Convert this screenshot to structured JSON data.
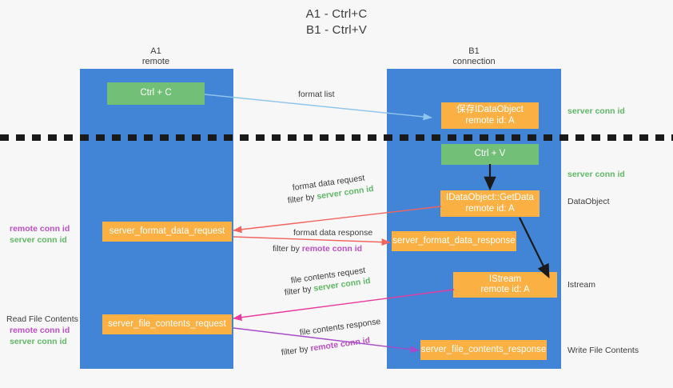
{
  "title": {
    "line1": "A1 - Ctrl+C",
    "line2": "B1 - Ctrl+V"
  },
  "colors": {
    "lane": "#4285d6",
    "green_box": "#72bf78",
    "orange_box": "#fbb043",
    "green_text": "#5fb865",
    "purple_text": "#bd4fc4",
    "background": "#f7f7f7",
    "arrow_light_blue": "#8ec5ec",
    "arrow_red": "#f2635f",
    "arrow_magenta": "#e8399e",
    "arrow_purple": "#a64ac9",
    "arrow_black": "#1a1a1a"
  },
  "columns": [
    {
      "name": "A1",
      "sub": "remote"
    },
    {
      "name": "B1",
      "sub": "connection"
    }
  ],
  "boxes": [
    {
      "id": "ctrl-c",
      "label": "Ctrl + C",
      "sub": "",
      "style": "green"
    },
    {
      "id": "save-idataobject",
      "label": "保存IDataObject",
      "sub": "remote id: A",
      "style": "orange"
    },
    {
      "id": "ctrl-v",
      "label": "Ctrl + V",
      "sub": "",
      "style": "green"
    },
    {
      "id": "idataobject-getdata",
      "label": "IDataObject::GetData",
      "sub": "remote id: A",
      "style": "orange"
    },
    {
      "id": "server-format-data-request",
      "label": "server_format_data_request",
      "sub": "",
      "style": "orange"
    },
    {
      "id": "server-format-data-response",
      "label": "server_format_data_response",
      "sub": "",
      "style": "orange"
    },
    {
      "id": "istream",
      "label": "IStream",
      "sub": "remote id: A",
      "style": "orange"
    },
    {
      "id": "server-file-contents-request",
      "label": "server_file_contents_request",
      "sub": "",
      "style": "orange"
    },
    {
      "id": "server-file-contents-response",
      "label": "server_file_contents_response",
      "sub": "",
      "style": "orange"
    }
  ],
  "edges": [
    {
      "id": "format-list",
      "label": "format list",
      "filter_prefix": "",
      "filter_value": "",
      "filter_kind": ""
    },
    {
      "id": "format-data-request",
      "label": "format data request",
      "filter_prefix": "filter by ",
      "filter_value": "server conn id",
      "filter_kind": "green"
    },
    {
      "id": "format-data-response",
      "label": "format data response",
      "filter_prefix": "filter by ",
      "filter_value": "remote conn id",
      "filter_kind": "purple"
    },
    {
      "id": "file-contents-request",
      "label": "file contents request",
      "filter_prefix": "filter by ",
      "filter_value": "server conn id",
      "filter_kind": "green"
    },
    {
      "id": "file-contents-response",
      "label": "file contents response",
      "filter_prefix": "filter by ",
      "filter_value": "remote conn id",
      "filter_kind": "purple"
    }
  ],
  "side_labels_right": [
    {
      "id": "right-server-conn-id-1",
      "text": "server conn id",
      "kind": "green"
    },
    {
      "id": "right-server-conn-id-2",
      "text": "server conn id",
      "kind": "green"
    },
    {
      "id": "right-dataobject",
      "text": "DataObject",
      "kind": "plain"
    },
    {
      "id": "right-istream",
      "text": "Istream",
      "kind": "plain"
    },
    {
      "id": "right-write-file",
      "text": "Write File Contents",
      "kind": "plain"
    }
  ],
  "side_labels_left": [
    {
      "id": "left-conn-ids-1",
      "remote": "remote conn id",
      "server": "server conn id",
      "heading": ""
    },
    {
      "id": "left-read-file",
      "remote": "remote conn id",
      "server": "server conn id",
      "heading": "Read File Contents"
    }
  ]
}
